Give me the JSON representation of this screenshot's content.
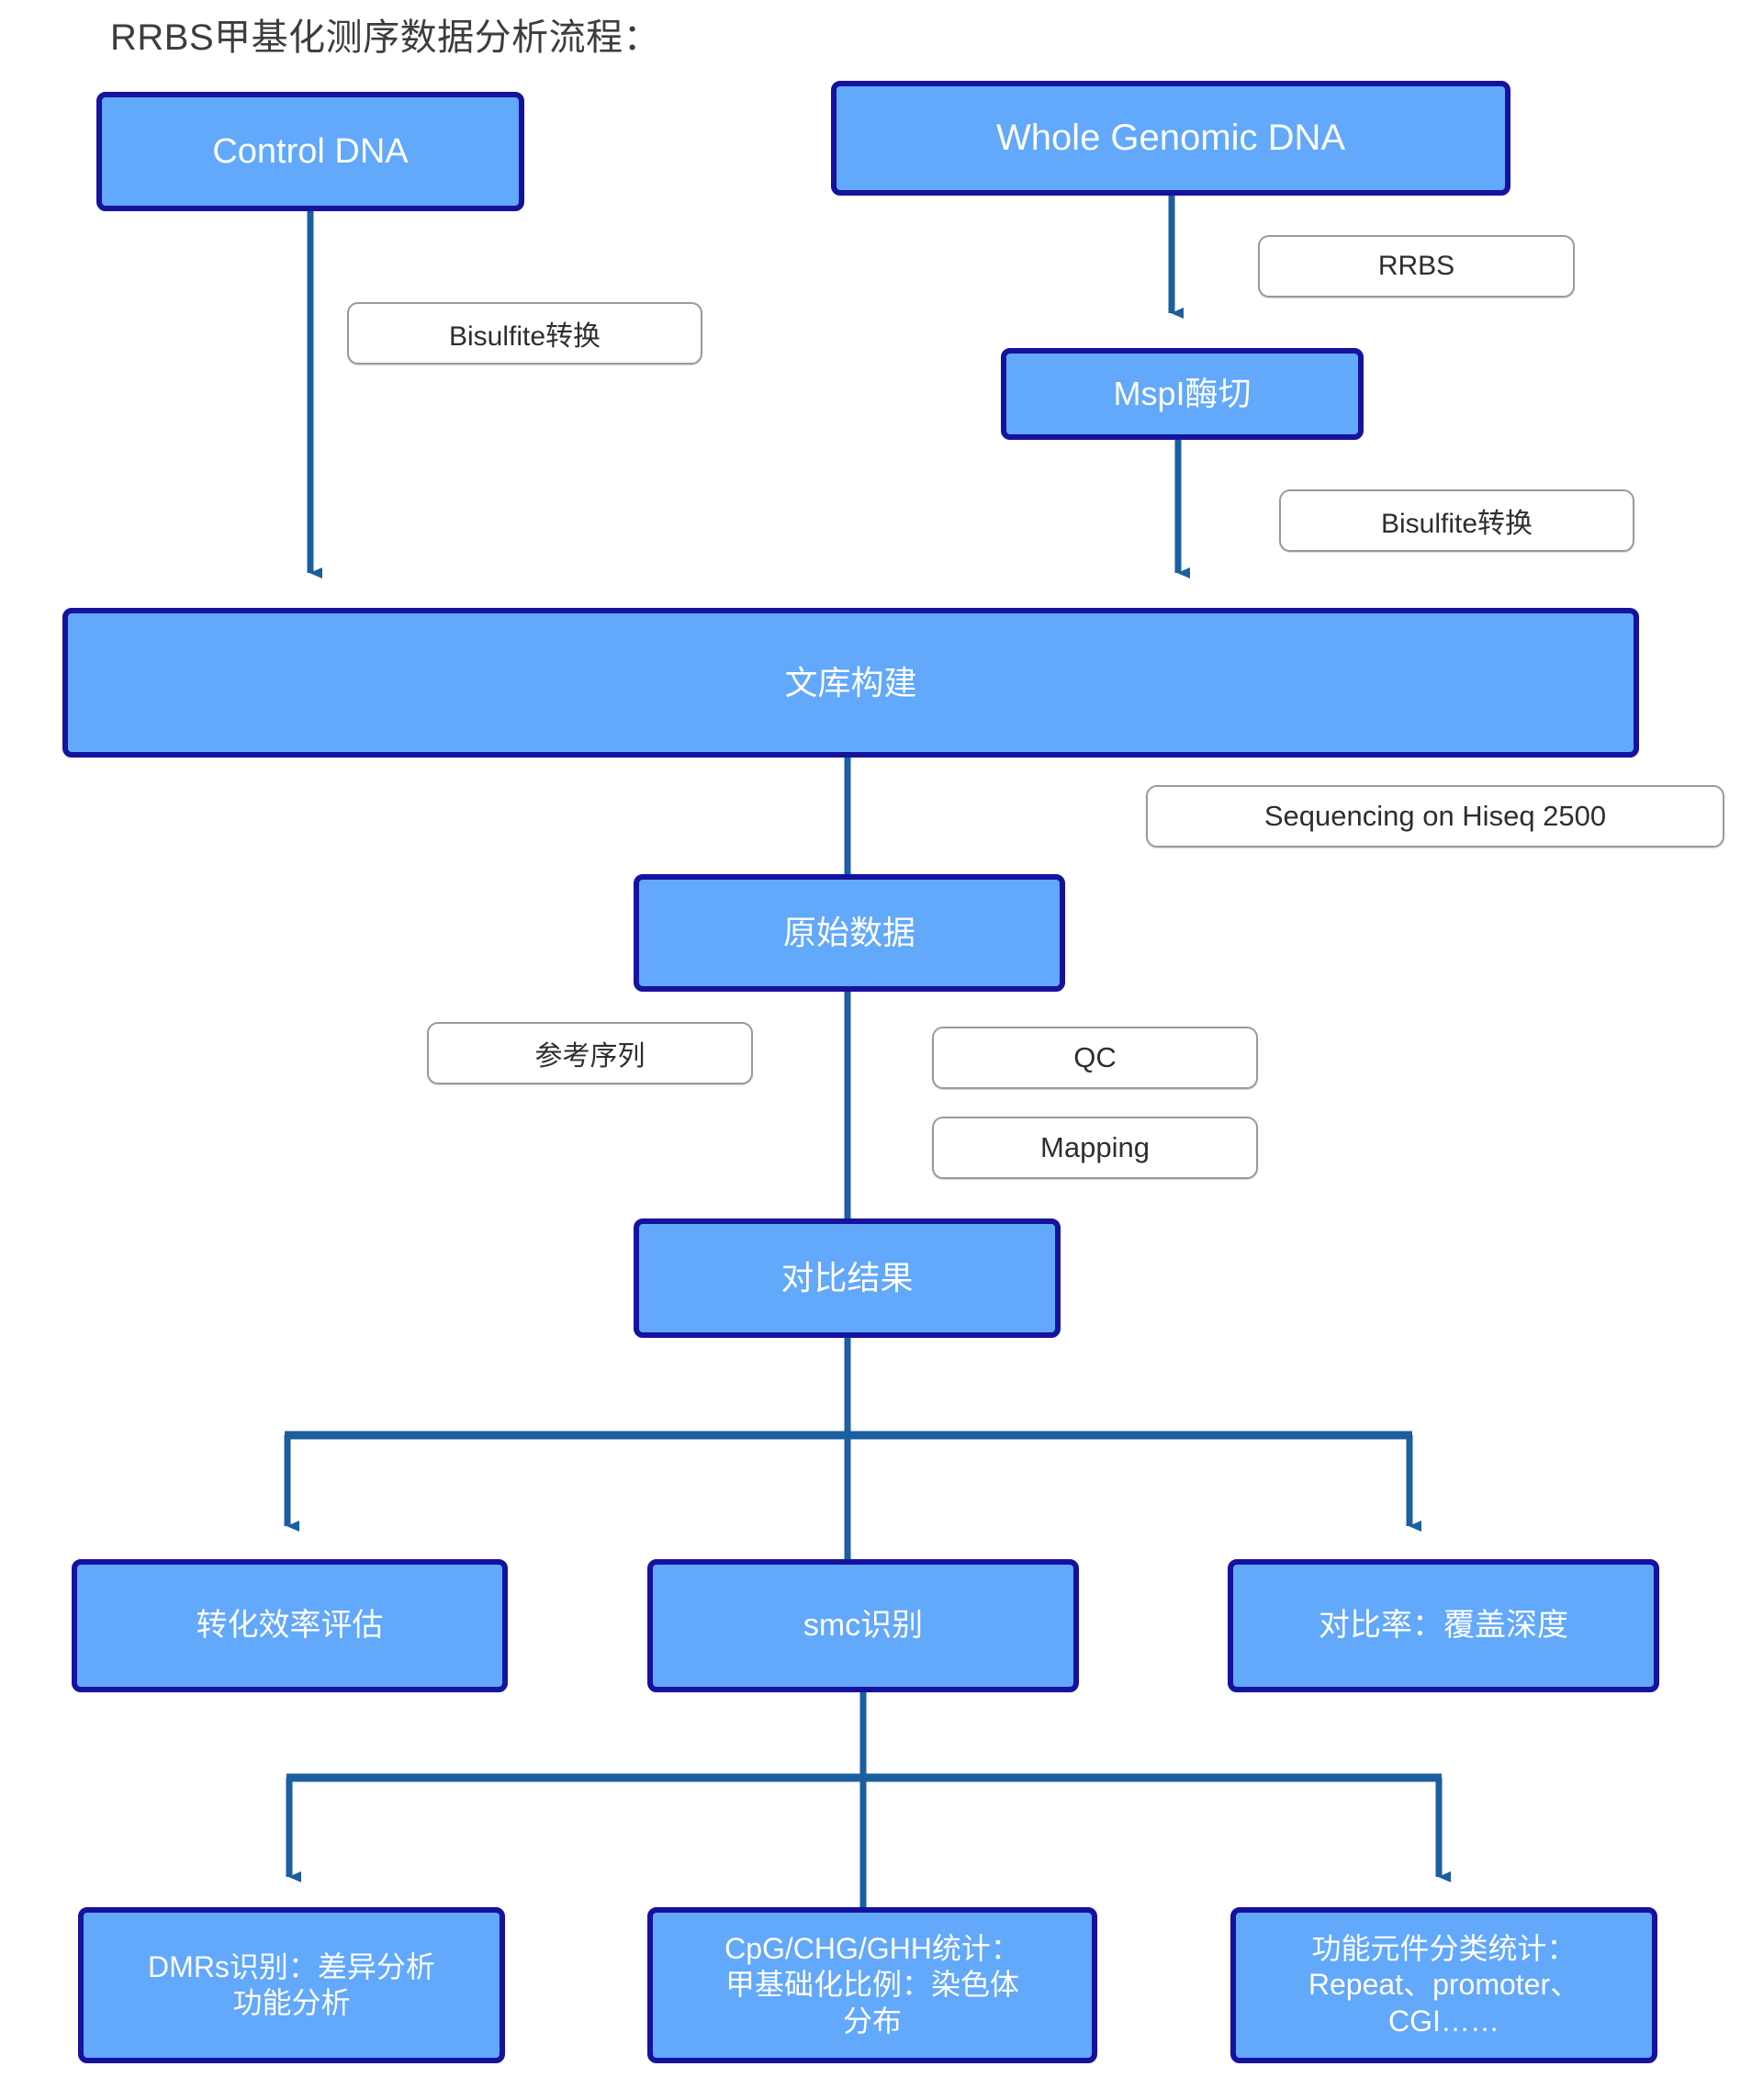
{
  "title": "RRBS甲基化测序数据分析流程：",
  "colors": {
    "node_fill": "#62A8FB",
    "node_border": "#15139E",
    "node_text": "#FFFFFF",
    "edge": "#1B5FA0",
    "tag_border": "#9A9A9A",
    "tag_text": "#2E2E2E",
    "background": "#FFFFFF"
  },
  "nodes": {
    "control_dna": "Control DNA",
    "whole_genomic_dna": "Whole Genomic DNA",
    "mspi_digest": "MspI酶切",
    "library_construction": "文库构建",
    "raw_data": "原始数据",
    "alignment_result": "对比结果",
    "conversion_efficiency": "转化效率评估",
    "smc_identification": "smc识别",
    "coverage_depth": "对比率：覆盖深度",
    "dmr_identification_line1": "DMRs识别：差异分析",
    "dmr_identification_line2": "功能分析",
    "cpg_stats_line1": "CpG/CHG/GHH统计：",
    "cpg_stats_line2": "甲基础化比例：染色体",
    "cpg_stats_line3": "分布",
    "functional_elements_line1": "功能元件分类统计：",
    "functional_elements_line2": "Repeat、promoter、",
    "functional_elements_line3": "CGI……"
  },
  "tags": {
    "bisulfite_left": "Bisulfite转换",
    "rrbs": "RRBS",
    "bisulfite_right": "Bisulfite转换",
    "sequencing": "Sequencing on Hiseq 2500",
    "reference_sequence": "参考序列",
    "qc": "QC",
    "mapping": "Mapping"
  }
}
